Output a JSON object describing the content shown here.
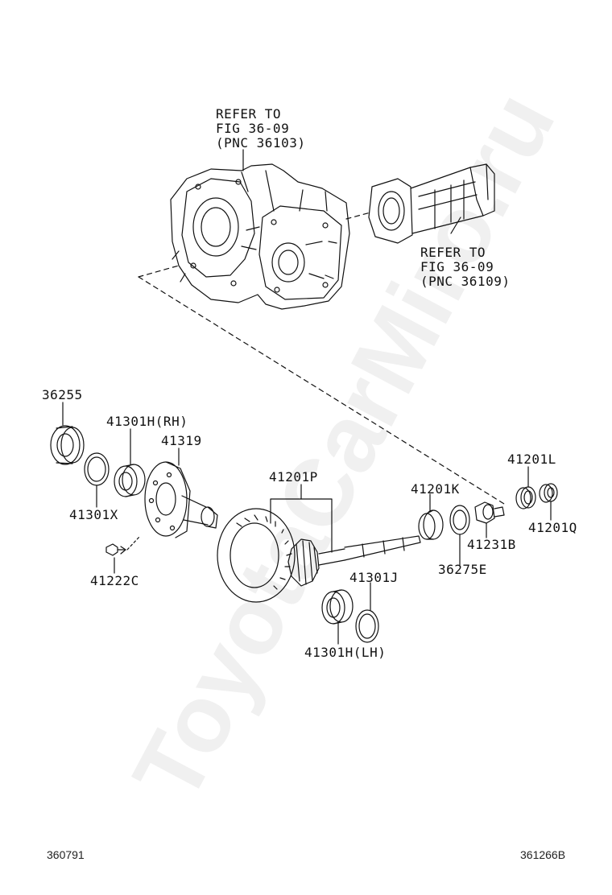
{
  "watermark": "ToyotaCarMiro.ru",
  "refs": {
    "case": [
      "REFER TO",
      "FIG 36-09",
      "(PNC 36103)"
    ],
    "extension": [
      "REFER TO",
      "FIG 36-09",
      "(PNC 36109)"
    ]
  },
  "parts": {
    "p36255": "36255",
    "p41301h_rh": "41301H(RH)",
    "p41319": "41319",
    "p41301x": "41301X",
    "p41222c": "41222C",
    "p41201p": "41201P",
    "p41201k": "41201K",
    "p41201l": "41201L",
    "p41231b": "41231B",
    "p41201q": "41201Q",
    "p36275e": "36275E",
    "p41301j": "41301J",
    "p41301h_lh": "41301H(LH)"
  },
  "footer": {
    "left_code": "360791",
    "right_code": "361266B"
  }
}
